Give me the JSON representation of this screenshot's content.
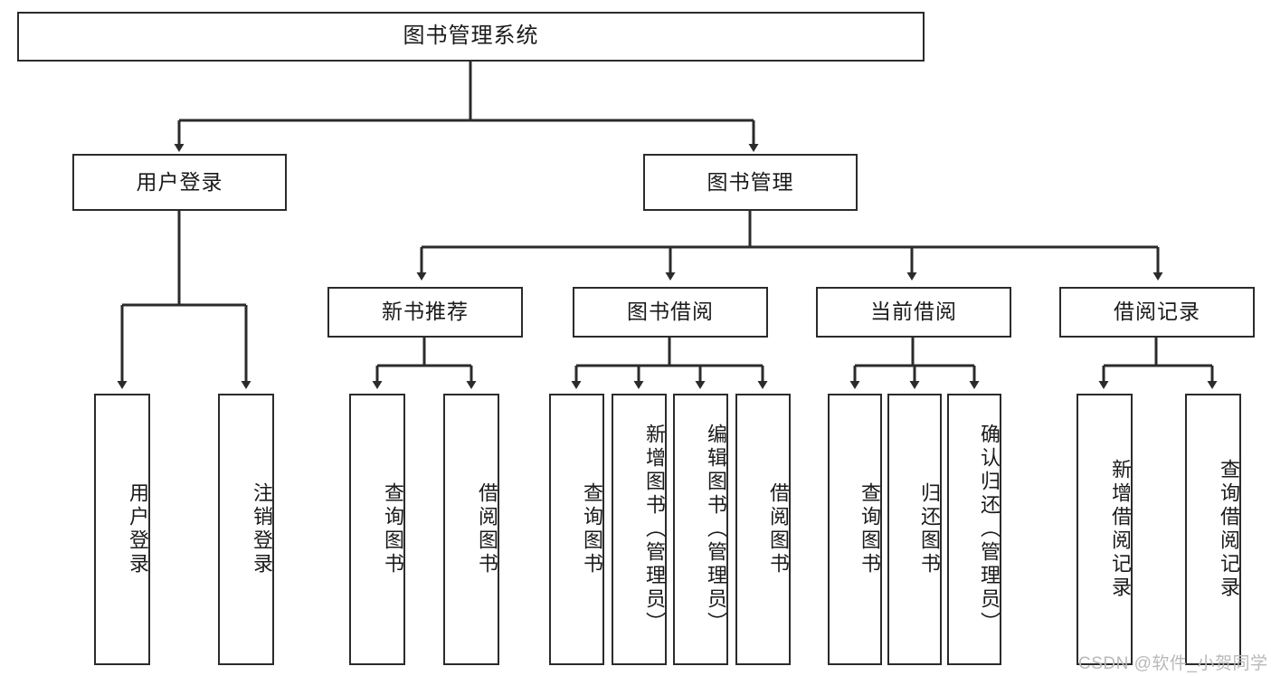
{
  "diagram": {
    "type": "tree-hierarchy-chart",
    "title": "图书管理系统",
    "orientation": "top-down",
    "colors": {
      "node_border": "#2b2b2b",
      "node_fill": "#ffffff",
      "edge": "#2b2b2b",
      "text": "#1a1a1a",
      "watermark": "#b9b9b9"
    }
  },
  "root": {
    "label": "图书管理系统"
  },
  "level1": [
    {
      "label": "用户登录"
    },
    {
      "label": "图书管理"
    }
  ],
  "level2": [
    {
      "label": "新书推荐"
    },
    {
      "label": "图书借阅"
    },
    {
      "label": "当前借阅"
    },
    {
      "label": "借阅记录"
    }
  ],
  "leaves": {
    "user_login": [
      {
        "label": "用户登录"
      },
      {
        "label": "注销登录"
      }
    ],
    "new_book_recommend": [
      {
        "label": "查询图书"
      },
      {
        "label": "借阅图书"
      }
    ],
    "book_borrow": [
      {
        "label": "查询图书"
      },
      {
        "label": "新增图书（管理员）"
      },
      {
        "label": "编辑图书（管理员）"
      },
      {
        "label": "借阅图书"
      }
    ],
    "current_borrow": [
      {
        "label": "查询图书"
      },
      {
        "label": "归还图书"
      },
      {
        "label": "确认归还（管理员）"
      }
    ],
    "borrow_record": [
      {
        "label": "新增借阅记录"
      },
      {
        "label": "查询借阅记录"
      }
    ]
  },
  "watermark": {
    "text": "CSDN @软件_小贺同学"
  }
}
